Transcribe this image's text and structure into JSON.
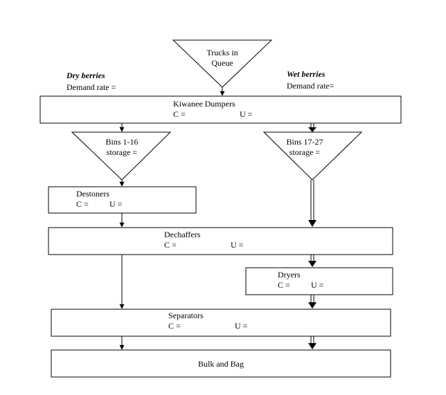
{
  "dry": {
    "title": "Dry berries",
    "demand": "Demand rate ="
  },
  "wet": {
    "title": "Wet berries",
    "demand": "Demand rate="
  },
  "trucks": {
    "line1": "Trucks in",
    "line2": "Queue"
  },
  "kiwanee": {
    "name": "Kiwanee Dumpers",
    "c": "C =",
    "u": "U ="
  },
  "bins_a": {
    "name": "Bins 1-16",
    "storage": "storage ="
  },
  "bins_b": {
    "name": "Bins 17-27",
    "storage": "storage ="
  },
  "destoners": {
    "name": "Destoners",
    "c": "C =",
    "u": "U ="
  },
  "dechaffers": {
    "name": "Dechaffers",
    "c": "C =",
    "u": "U ="
  },
  "dryers": {
    "name": "Dryers",
    "c": "C =",
    "u": "U ="
  },
  "separators": {
    "name": "Separators",
    "c": "C =",
    "u": "U ="
  },
  "bulk": {
    "name": "Bulk and Bag"
  }
}
